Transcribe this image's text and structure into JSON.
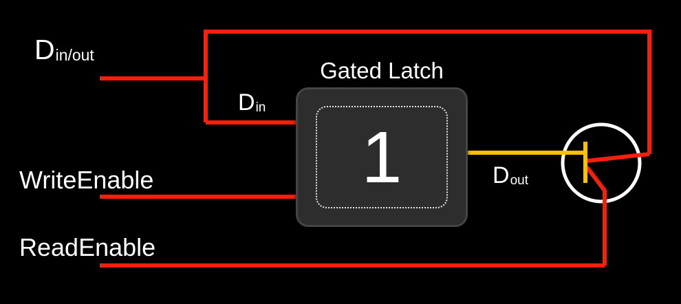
{
  "diagram_title": "Gated Latch",
  "labels": {
    "din_out": {
      "base": "D",
      "sub": "in/out"
    },
    "din": {
      "base": "D",
      "sub": "in"
    },
    "dout": {
      "base": "D",
      "sub": "out"
    },
    "write_enable": "WriteEnable",
    "read_enable": "ReadEnable"
  },
  "latch": {
    "title": "Gated Latch",
    "stored_bit": "1"
  },
  "colors": {
    "background": "#000000",
    "wire_red": "#f8200c",
    "wire_amber": "#ffc000",
    "box_fill": "#2d2d2d",
    "box_border": "#454545",
    "dotted_border": "#e8e8e8",
    "text": "#ffffff",
    "transistor_stroke": "#ffffff"
  }
}
